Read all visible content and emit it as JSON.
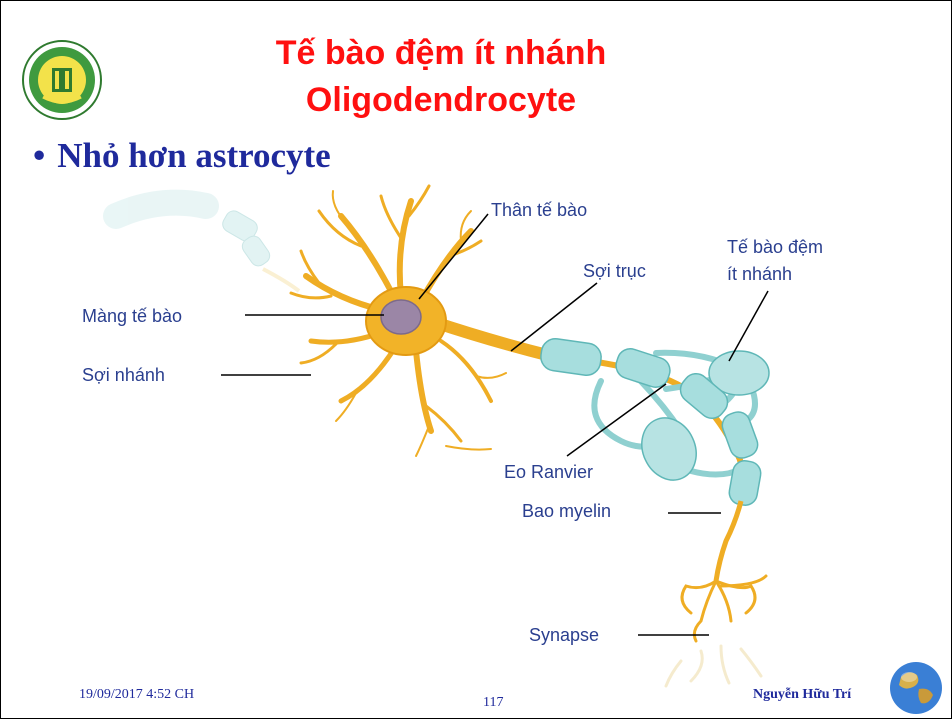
{
  "title": {
    "line1": "Tế bào đệm ít nhánh",
    "line2": "Oligodendrocyte"
  },
  "bullet": {
    "marker": "•",
    "text": "Nhỏ hơn astrocyte"
  },
  "diagram": {
    "labels": {
      "cell_body": "Thân tế bào",
      "oligodendrocyte_line1": "Tế bào đệm",
      "oligodendrocyte_line2": "ít nhánh",
      "axon": "Sợi trục",
      "cell_membrane": "Màng tế bào",
      "dendrite": "Sợi nhánh",
      "node_of_ranvier": "Eo Ranvier",
      "myelin_sheath": "Bao myelin",
      "synapse": "Synapse"
    },
    "colors": {
      "neuron": "#f2b328",
      "neuron_dark": "#e39a12",
      "nucleus": "#9b86a6",
      "myelin": "#a7dede",
      "myelin_edge": "#5fb7b7",
      "label": "#2a3f8f"
    }
  },
  "footer": {
    "date": "19/09/2017 4:52 CH",
    "page": "117",
    "author": "Nguyễn Hữu Trí"
  },
  "colors": {
    "title": "#ff1010",
    "bullet": "#1f2a9c",
    "footer": "#1f2a9c"
  },
  "icons": {
    "logo": "university-seal-icon",
    "corner": "globe-icon"
  }
}
